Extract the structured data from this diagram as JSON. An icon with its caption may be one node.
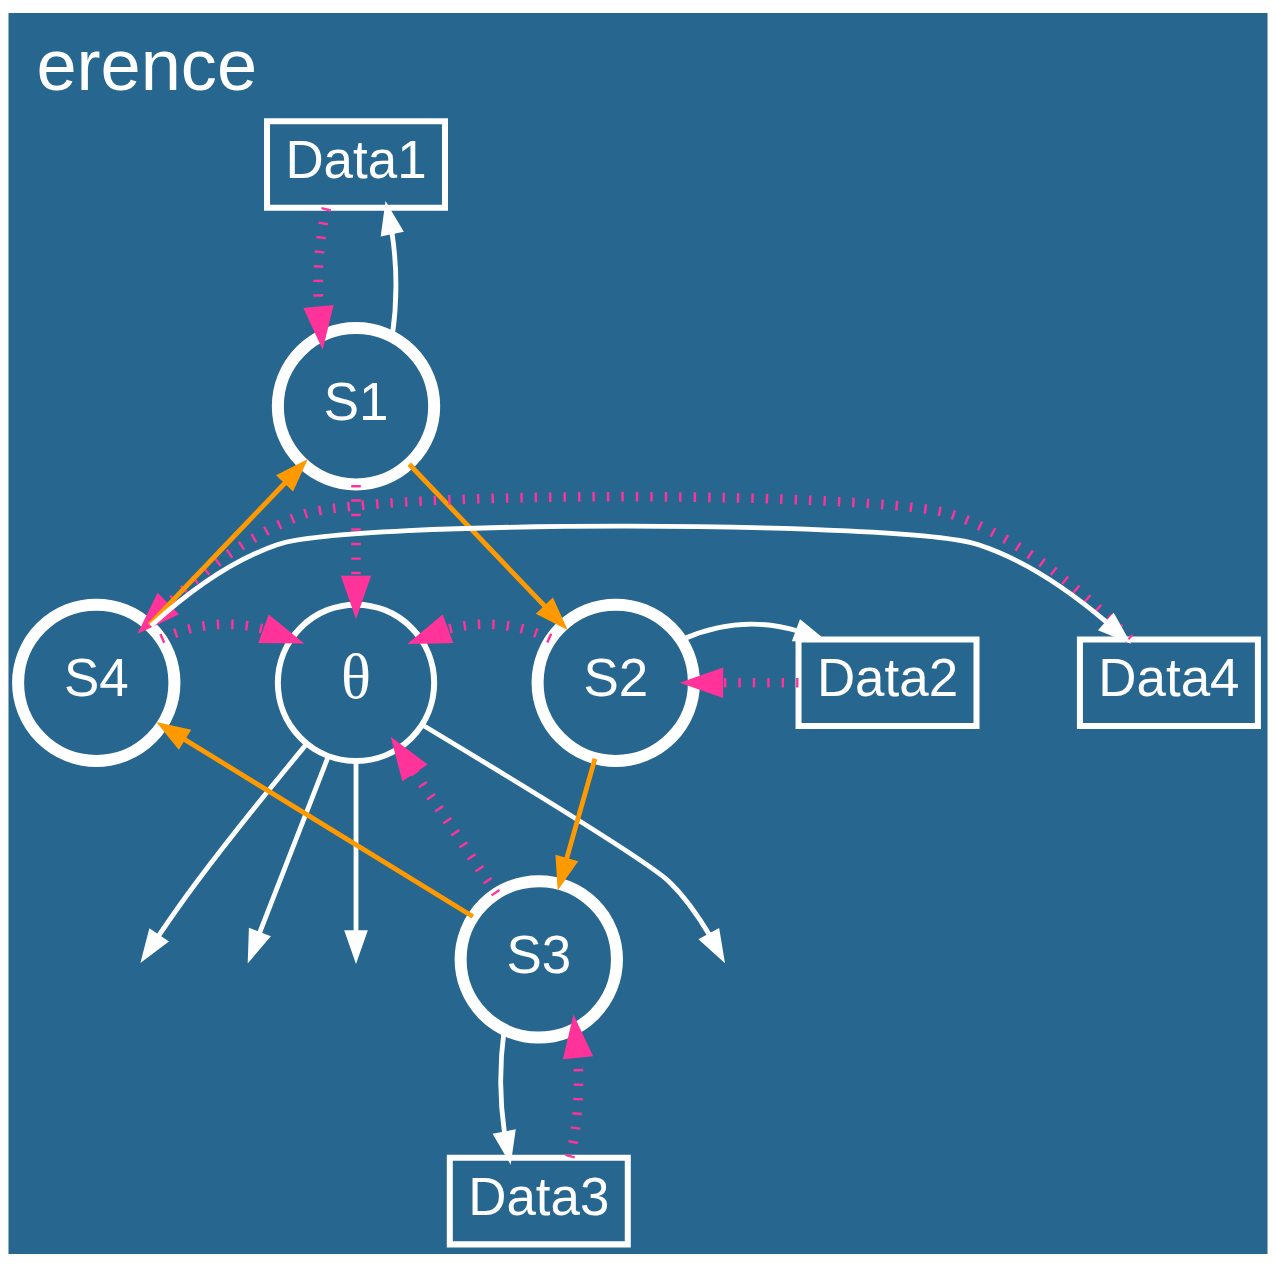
{
  "diagram": {
    "title": "erence",
    "nodes": [
      {
        "text": [
          "Data1"
        ]
      },
      {
        "text": [
          "S1"
        ]
      },
      {
        "text": [
          "Data4"
        ]
      },
      {
        "text": [
          "S4"
        ]
      },
      {
        "text": [
          "θ"
        ]
      },
      {
        "text": [
          "S2"
        ]
      },
      {
        "text": [
          "Data2"
        ]
      },
      {
        "text": [
          "S3"
        ]
      },
      {
        "text": [
          "Data3"
        ]
      }
    ],
    "edges": [
      {
        "from": 0,
        "to": 1,
        "arrow": "to",
        "style": "dashed",
        "color": "#ff3399"
      },
      {
        "from": 1,
        "to": 0,
        "arrow": "to",
        "color": "#ffffff"
      },
      {
        "from": 3,
        "to": 1,
        "arrow": "to",
        "color": "#ff9900"
      },
      {
        "from": 1,
        "to": 5,
        "arrow": "to",
        "color": "#ff9900"
      },
      {
        "from": 5,
        "to": 7,
        "arrow": "to",
        "color": "#ff9900"
      },
      {
        "from": 7,
        "to": 3,
        "arrow": "to",
        "color": "#ff9900"
      },
      {
        "from": 1,
        "to": 4,
        "arrow": "to",
        "style": "dashed",
        "color": "#ff3399"
      },
      {
        "from": 3,
        "to": 4,
        "arrow": "to",
        "style": "dashed",
        "color": "#ff3399"
      },
      {
        "from": 6,
        "to": 5,
        "arrow": "to",
        "style": "dashed",
        "color": "#ff3399"
      },
      {
        "from": 5,
        "to": 6,
        "arrow": "to",
        "color": "#ffffff"
      },
      {
        "from": 3,
        "to": 2,
        "arrow": "to",
        "color": "#ffffff"
      },
      {
        "from": 2,
        "to": 3,
        "arrow": "to",
        "style": "dashed",
        "color": "#ff3399"
      },
      {
        "from": 5,
        "to": 4,
        "arrow": "to",
        "style": "dashed",
        "color": "#ff3399"
      },
      {
        "from": 7,
        "to": 4,
        "arrow": "to",
        "style": "dashed",
        "color": "#ff3399"
      },
      {
        "from": 8,
        "to": 7,
        "arrow": "to",
        "style": "dashed",
        "color": "#ff3399"
      },
      {
        "from": 7,
        "to": 8,
        "arrow": "to",
        "color": "#ffffff"
      },
      {
        "from": 4,
        "to": null,
        "arrow": "to",
        "color": "#ffffff"
      },
      {
        "from": 4,
        "to": null,
        "arrow": "to",
        "color": "#ffffff"
      },
      {
        "from": 4,
        "to": null,
        "arrow": "to",
        "color": "#ffffff"
      },
      {
        "from": 4,
        "to": null,
        "arrow": "to",
        "color": "#ffffff"
      }
    ]
  }
}
